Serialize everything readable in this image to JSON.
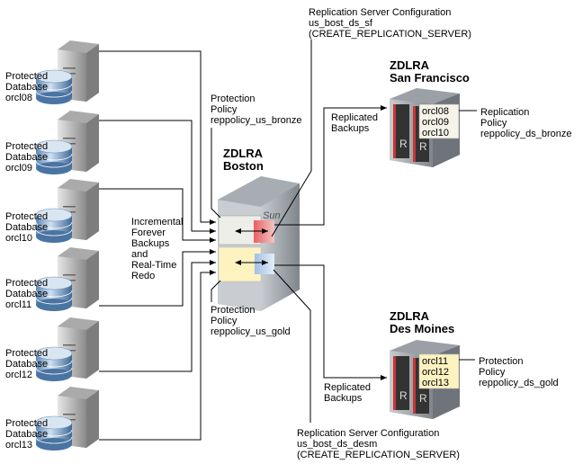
{
  "databases": [
    {
      "l1": "Protected",
      "l2": "Database",
      "name": "orcl08"
    },
    {
      "l1": "Protected",
      "l2": "Database",
      "name": "orcl09"
    },
    {
      "l1": "Protected",
      "l2": "Database",
      "name": "orcl10"
    },
    {
      "l1": "Protected",
      "l2": "Database",
      "name": "orcl11"
    },
    {
      "l1": "Protected",
      "l2": "Database",
      "name": "orcl12"
    },
    {
      "l1": "Protected",
      "l2": "Database",
      "name": "orcl13"
    }
  ],
  "incremental": [
    "Incremental",
    "Forever",
    "Backups",
    "and",
    "Real-Time",
    "Redo"
  ],
  "boston": {
    "l1": "ZDLRA",
    "l2": "Boston",
    "logo": "Sun"
  },
  "bronze_policy": [
    "Protection",
    "Policy",
    "reppolicy_us_bronze"
  ],
  "gold_policy": [
    "Protection",
    "Policy",
    "reppolicy_us_gold"
  ],
  "sf_config": [
    "Replication Server Configuration",
    "us_bost_ds_sf",
    "(CREATE_REPLICATION_SERVER)"
  ],
  "desm_config": [
    "Replication Server Configuration",
    "us_bost_ds_desm",
    "(CREATE_REPLICATION_SERVER)"
  ],
  "sf": {
    "l1": "ZDLRA",
    "l2": "San Francisco",
    "dbs": [
      "orcl08",
      "orcl09",
      "orcl10"
    ],
    "policy": [
      "Replication",
      "Policy",
      "reppolicy_ds_bronze"
    ],
    "replicated": [
      "Replicated",
      "Backups"
    ]
  },
  "dm": {
    "l1": "ZDLRA",
    "l2": "Des Moines",
    "dbs": [
      "orcl11",
      "orcl12",
      "orcl13"
    ],
    "policy": [
      "Protection",
      "Policy",
      "reppolicy_ds_gold"
    ],
    "replicated": [
      "Replicated",
      "Backups"
    ]
  },
  "colors": {
    "bronze_box": "#eeeee8",
    "gold_box": "#fdf3c0",
    "red_box": "#d95050",
    "blue_box": "#c8dcf0",
    "server": "#8d9297"
  }
}
